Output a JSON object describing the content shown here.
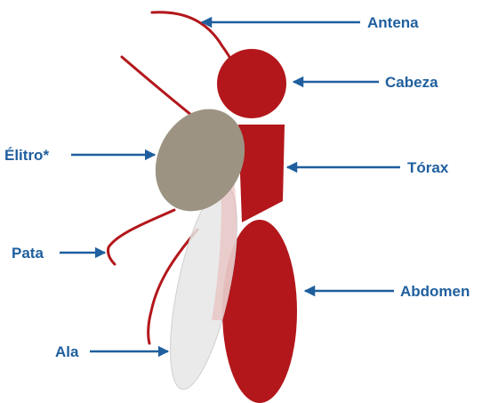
{
  "diagram": {
    "labels": {
      "antena": "Antena",
      "cabeza": "Cabeza",
      "elitro": "Élitro*",
      "torax": "Tórax",
      "pata": "Pata",
      "abdomen": "Abdomen",
      "ala": "Ala"
    },
    "colors": {
      "body": "#B3171B",
      "body_edge": "#8E1014",
      "elytron": "#9C9382",
      "wing": "#E6E6E6",
      "label": "#1F5F9E"
    }
  }
}
